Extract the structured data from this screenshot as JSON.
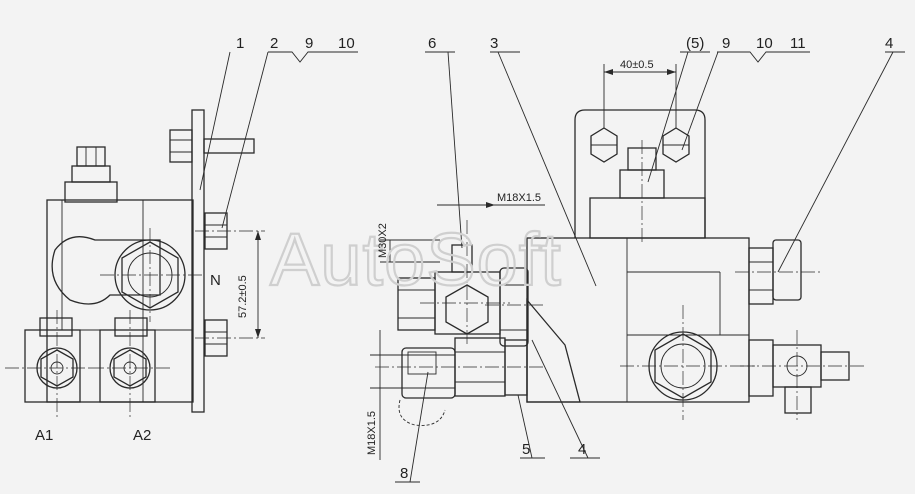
{
  "watermark": "AutoSoft",
  "callouts": {
    "c1": "1",
    "c2": "2",
    "c9a": "9",
    "c10a": "10",
    "c6": "6",
    "c3": "3",
    "c5p": "(5)",
    "c9b": "9",
    "c10b": "10",
    "c11": "11",
    "c4top": "4",
    "c5bot": "5",
    "c4bot": "4",
    "c8": "8"
  },
  "ports": {
    "a1": "A1",
    "a2": "A2",
    "n": "N"
  },
  "dimensions": {
    "spacing": "40±0.5",
    "thread_top": "M18X1.5",
    "thread_m30": "M30X2",
    "bolt_pitch": "57.2±0.5",
    "thread_bottom": "M18X1.5"
  },
  "colors": {
    "line": "#2a2a2a",
    "background": "#f3f3f3",
    "watermark": "#cfcfcf"
  }
}
